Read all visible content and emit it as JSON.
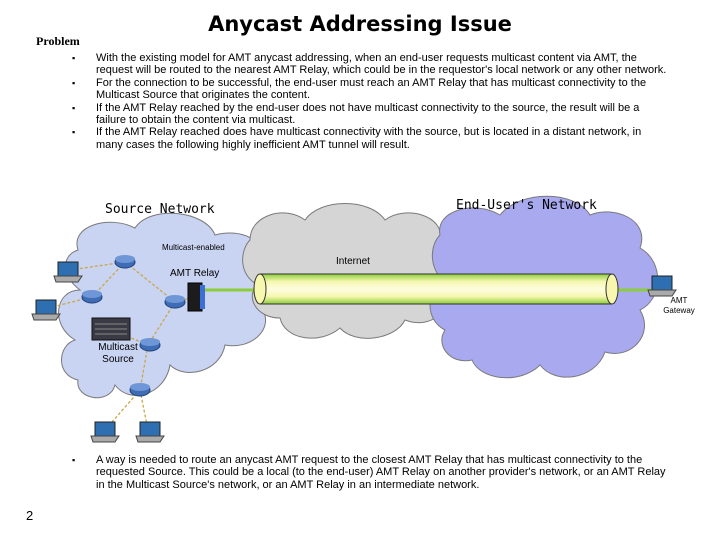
{
  "title": "Anycast Addressing Issue",
  "section": "Problem",
  "bullets": [
    "With the existing model for AMT anycast addressing, when an end-user requests multicast content via AMT, the request will be routed to the nearest AMT Relay, which could be in the requestor's local network or any other network.",
    "For the connection to be successful, the end-user must reach an AMT Relay that has multicast connectivity to the Multicast Source that originates the content.",
    "If the AMT Relay reached by the end-user does not have multicast connectivity to the source, the result will be a failure to obtain the content via multicast.",
    "If the AMT Relay reached does have multicast connectivity with the source,  but is located in a distant network, in many cases the following highly inefficient AMT tunnel will result."
  ],
  "diagram": {
    "source_network": "Source Network",
    "end_user_network": "End-User's Network",
    "multicast_enabled": "Multicast-enabled",
    "internet": "Internet",
    "amt_relay": "AMT Relay",
    "amt_gateway_line1": "AMT",
    "amt_gateway_line2": "Gateway",
    "multicast_source_line1": "Multicast",
    "multicast_source_line2": "Source"
  },
  "bottom_bullet": "A way is needed to route an anycast AMT request to the closest AMT Relay that has multicast connectivity to the requested Source.  This could be a local (to the end-user) AMT Relay on another provider's network, or an AMT Relay in the Multicast Source's network, or an AMT Relay in an intermediate network.",
  "page_number": "2",
  "colors": {
    "source_cloud": "#c9d3f2",
    "internet_cloud": "#d5d5d5",
    "enduser_cloud": "#a9a9f0",
    "tunnel_fill": "#f4f59a",
    "tunnel_line": "#8ccd3a",
    "router": "#3f6db5"
  },
  "bullet_glyph": "▪"
}
